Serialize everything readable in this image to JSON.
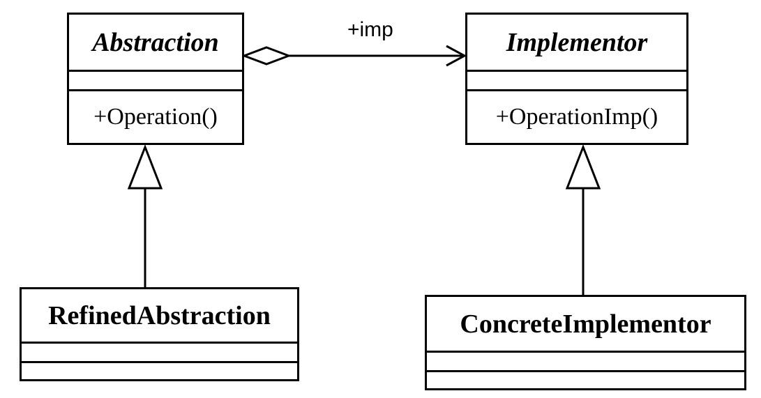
{
  "classes": {
    "abstraction": {
      "name": "Abstraction",
      "operation": "+Operation()"
    },
    "implementor": {
      "name": "Implementor",
      "operation": "+OperationImp()"
    },
    "refined_abstraction": {
      "name": "RefinedAbstraction"
    },
    "concrete_implementor": {
      "name": "ConcreteImplementor"
    }
  },
  "association": {
    "label": "+imp"
  }
}
